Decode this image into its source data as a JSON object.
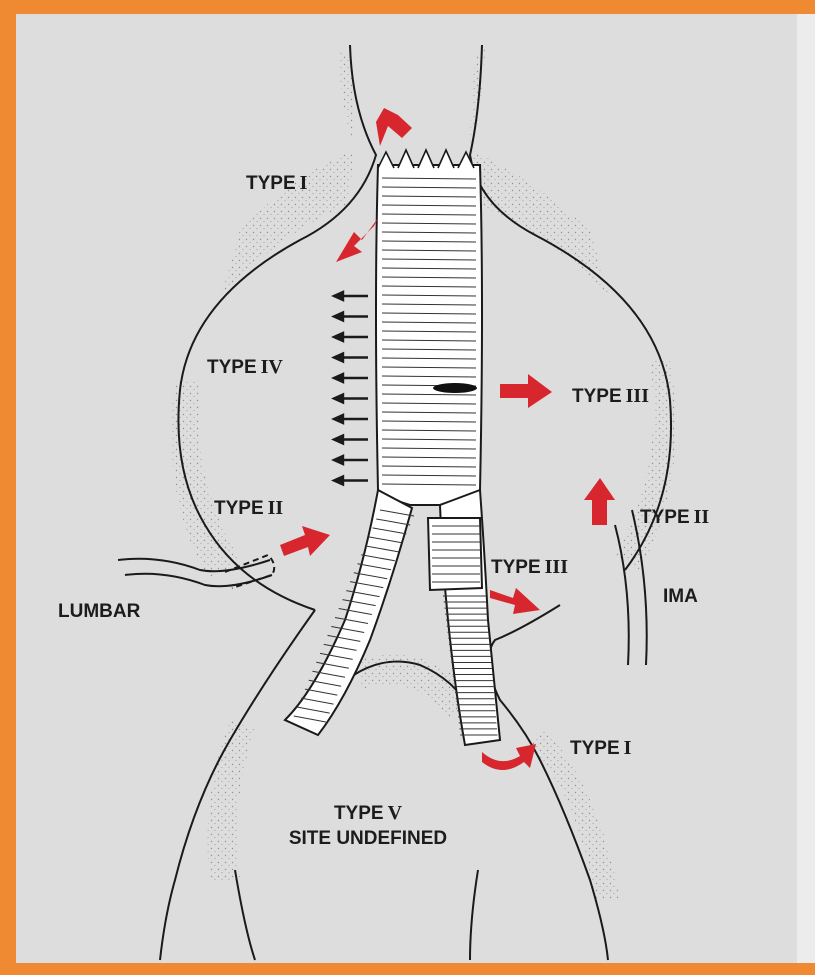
{
  "labels": {
    "type1_top": {
      "word": "TYPE",
      "num": "I"
    },
    "type4": {
      "word": "TYPE",
      "num": "IV"
    },
    "type3_right": {
      "word": "TYPE",
      "num": "III"
    },
    "type2_left": {
      "word": "TYPE",
      "num": "II"
    },
    "type2_right": {
      "word": "TYPE",
      "num": "II"
    },
    "type3_lower": {
      "word": "TYPE",
      "num": "III"
    },
    "ima": "IMA",
    "lumbar": "LUMBAR",
    "type1_bottom": {
      "word": "TYPE",
      "num": "I"
    },
    "type5": {
      "word": "TYPE",
      "num": "V"
    },
    "site_undefined": "SITE UNDEFINED"
  },
  "colors": {
    "frame": "#ef8a33",
    "background": "#dddddd",
    "arrow_red": "#d7262e",
    "line": "#1a1a1a",
    "graft": "#ffffff"
  }
}
